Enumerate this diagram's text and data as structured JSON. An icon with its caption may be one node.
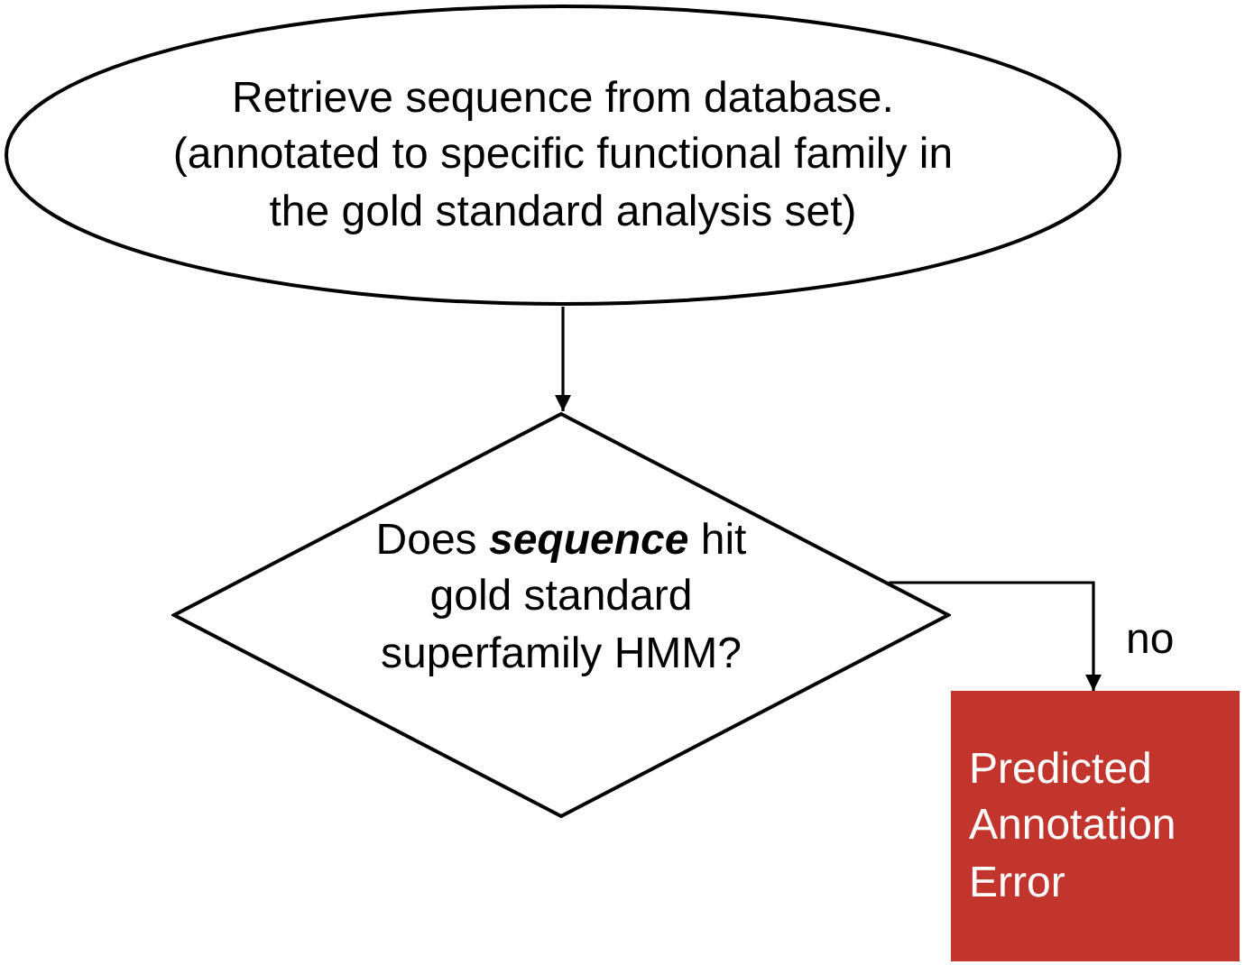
{
  "diagram": {
    "nodes": [
      {
        "text": [
          "Retrieve sequence from database.",
          "(annotated to specific functional family in the gold standard analysis set)"
        ]
      },
      {
        "text": [
          "Does **sequence** hit gold standard superfamily HMM?"
        ]
      },
      {
        "text": [
          "Predicted Annotation Error"
        ]
      }
    ],
    "edges": [
      {
        "from": 0,
        "to": 1,
        "arrow": "to"
      },
      {
        "from": 1,
        "to": 2,
        "arrow": "to",
        "label": "no"
      }
    ]
  }
}
